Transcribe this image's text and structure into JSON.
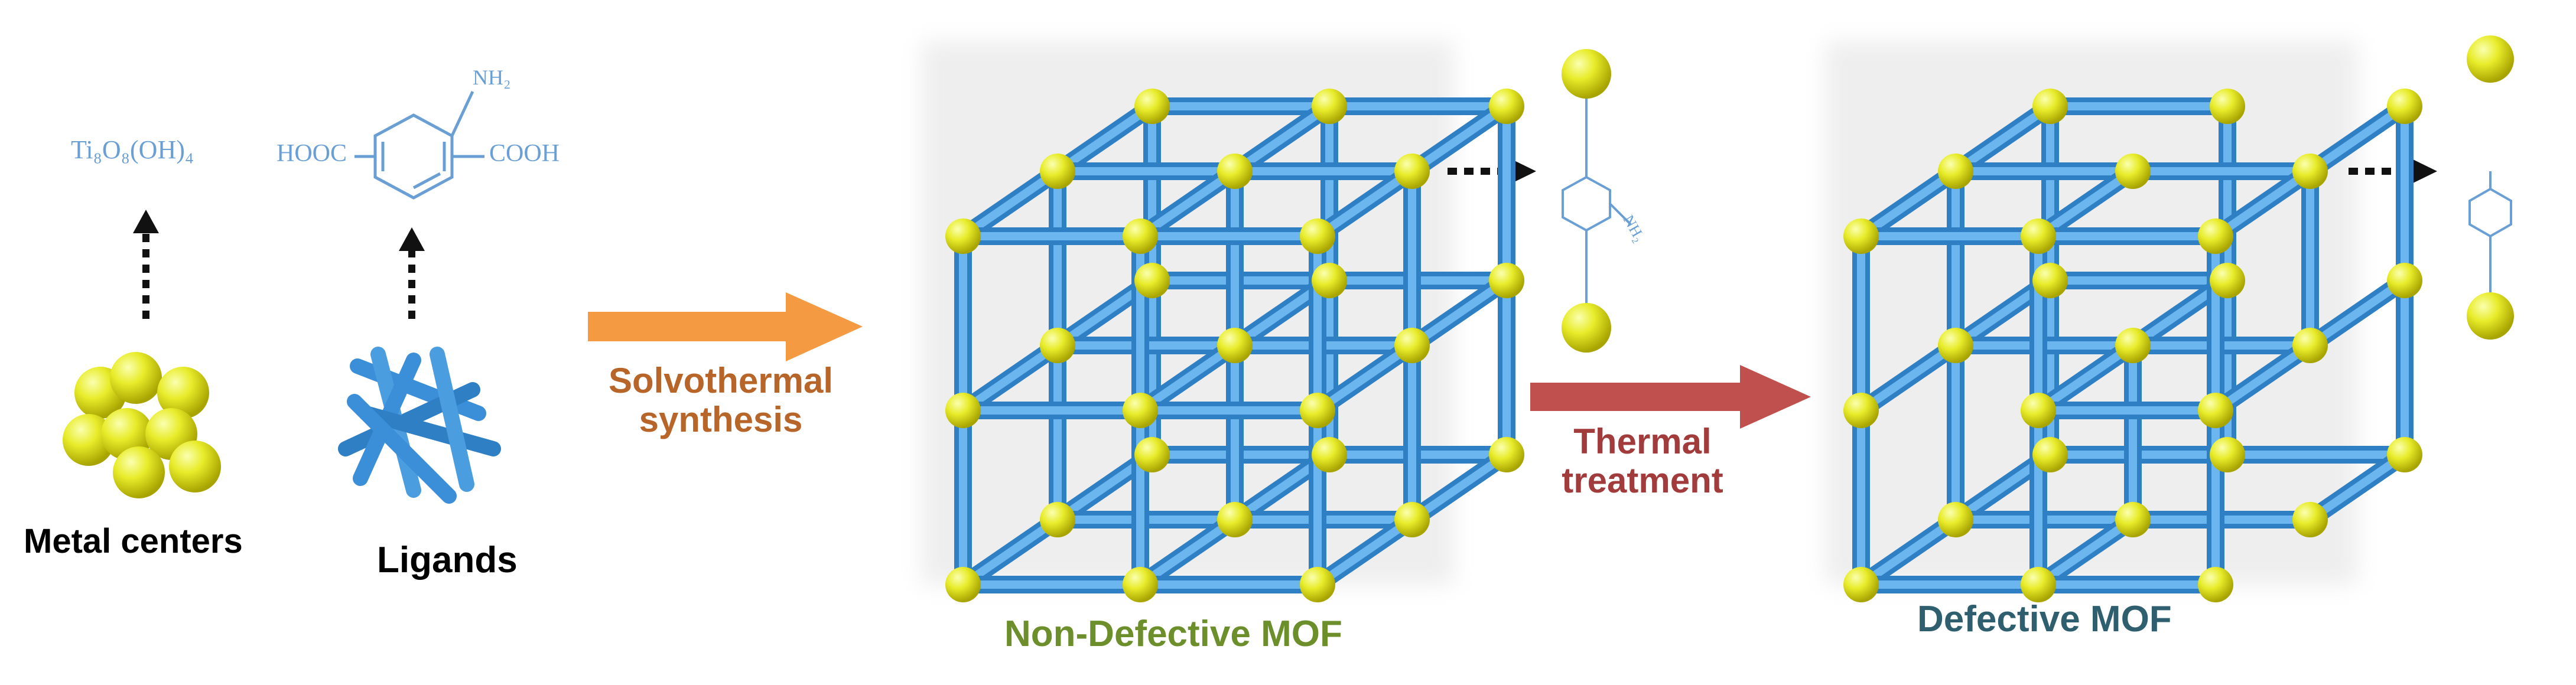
{
  "labels": {
    "metal_centers": "Metal centers",
    "ligands": "Ligands",
    "solvothermal_line1": "Solvothermal",
    "solvothermal_line2": "synthesis",
    "thermal_line1": "Thermal",
    "thermal_line2": "treatment",
    "non_defective": "Non-Defective MOF",
    "defective": "Defective MOF"
  },
  "chem": {
    "metal_formula": "Ti₈O₈(OH)₄",
    "hooc": "HOOC",
    "cooh": "COOH",
    "amine": "NH₂",
    "amine_small": "NH₂"
  },
  "colors": {
    "node": "#e8ec2a",
    "node_dark": "#b9b800",
    "strut": "#4a9ee0",
    "strut_dark": "#2f7fc4",
    "chem_text": "#6a9fd6",
    "solvothermal_arrow": "#f39a43",
    "solvothermal_text": "#b8652a",
    "thermal_arrow": "#c0504d",
    "thermal_text": "#a23b3b",
    "non_defective_text": "#6c8f2c",
    "defective_text": "#2f5f6e"
  },
  "icons": [
    "dotted-arrow-up",
    "solid-arrow-right",
    "dotted-arrow-right",
    "sphere-node"
  ]
}
